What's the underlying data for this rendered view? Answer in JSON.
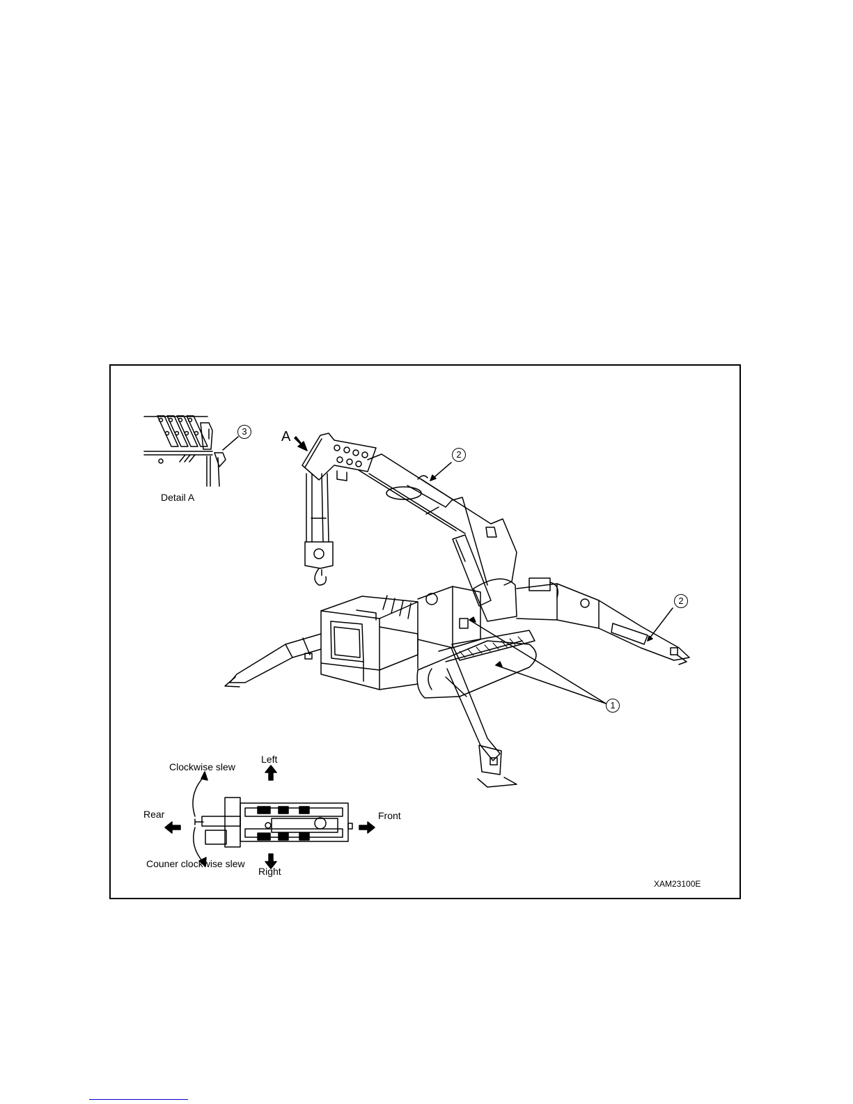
{
  "figure": {
    "detail_label": "Detail A",
    "view_letter": "A",
    "callouts": [
      "1",
      "2",
      "2",
      "3"
    ],
    "directions": {
      "left": "Left",
      "right": "Right",
      "front": "Front",
      "rear": "Rear",
      "clockwise": "Clockwise slew",
      "counter_clockwise": "Couner clockwise slew"
    },
    "code": "XAM23100E"
  }
}
